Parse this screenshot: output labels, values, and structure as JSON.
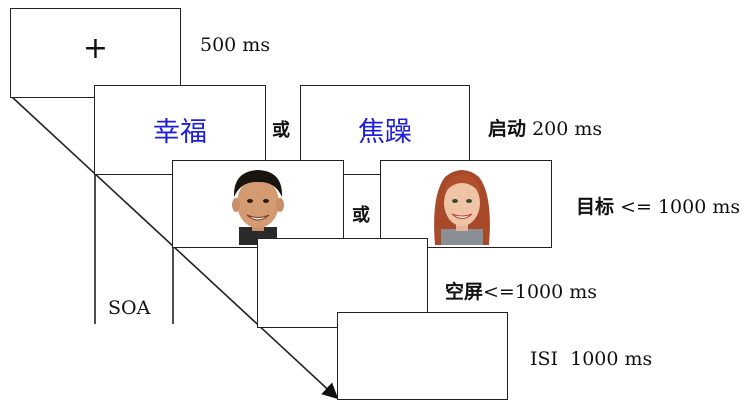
{
  "fixation": {
    "symbol": "+",
    "duration": "500 ms"
  },
  "prime": {
    "word_left": "幸福",
    "word_right": "焦躁",
    "or": "或",
    "label": "启动",
    "duration": "200 ms"
  },
  "target": {
    "or": "或",
    "label": "目标",
    "duration": "<= 1000 ms",
    "faces": [
      "asian-male-smiling-face",
      "red-haired-female-smiling-face"
    ]
  },
  "blank": {
    "label": "空屏",
    "duration": "<=1000 ms"
  },
  "soa_label": "SOA",
  "isi": {
    "label": "ISI",
    "duration": "1000 ms"
  },
  "colors": {
    "prime_word": "#1f1fd6",
    "line": "#222222"
  }
}
